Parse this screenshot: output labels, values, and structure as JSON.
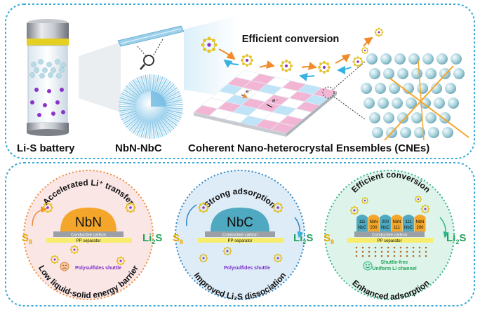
{
  "top": {
    "title": "Efficient conversion",
    "labels": {
      "battery": "Li-S battery",
      "material": "NbN-NbC",
      "cnes": "Coherent Nano-heterocrystal Ensembles (CNEs)"
    },
    "electron": "e⁻"
  },
  "panels": [
    {
      "id": "nbn",
      "top_arc": "Accelerated Li⁺ transfer",
      "bottom_arc": "Low liquid-solid energy barrier",
      "dome": "NbN",
      "carbon": "Conductive carbon",
      "separator": "PP separator",
      "shuttle": "Polysulfides shuttle",
      "left_species": "S",
      "left_sub": "8",
      "right_species": "Li",
      "right_sub": "2",
      "right_tail": "S"
    },
    {
      "id": "nbc",
      "top_arc": "Strong adsorption",
      "bottom_arc": "Improved Li₂S dissociation",
      "dome": "NbC",
      "carbon": "Conductive carbon",
      "separator": "PP separator",
      "shuttle": "Polysulfides shuttle",
      "left_species": "S",
      "left_sub": "8",
      "right_species": "Li",
      "right_sub": "2",
      "right_tail": "S"
    },
    {
      "id": "cne",
      "top_arc": "Efficient conversion",
      "bottom_arc": "Enhanced adsorption",
      "carbon": "Conductive carbon",
      "separator": "PP separator",
      "note_line1": "Shuttle-free",
      "note_line2": "Uniform Li channel",
      "left_species": "S",
      "left_sub": "8",
      "right_species": "Li",
      "right_sub": "2",
      "right_tail": "S",
      "crystals": [
        {
          "line1": "111",
          "line2": "NbC"
        },
        {
          "line1": "NbN",
          "line2": "200"
        },
        {
          "line1": "200",
          "line2": "NbC"
        },
        {
          "line1": "NbN",
          "line2": "111"
        },
        {
          "line1": "111",
          "line2": "NbC"
        },
        {
          "line1": "NbN",
          "line2": "200"
        }
      ]
    }
  ],
  "colors": {
    "frame": "#35a9d6",
    "nbn": "#f4a62a",
    "nbc": "#4fa9c0",
    "s8": "#e6a800",
    "li2s": "#21a35a",
    "polysulfide_s": "#e8c51f",
    "polysulfide_li": "#8b32c8",
    "grid_pink": "#f2b5d4",
    "grid_blue": "#bfe3f7",
    "shuttle_text": "#7a2ec9",
    "note_text": "#21a35a"
  },
  "icons": [
    "battery-icon",
    "nanowire-icon",
    "magnifier-icon",
    "sphere-icon",
    "lattice-icon",
    "sad-face-icon",
    "happy-face-icon"
  ]
}
